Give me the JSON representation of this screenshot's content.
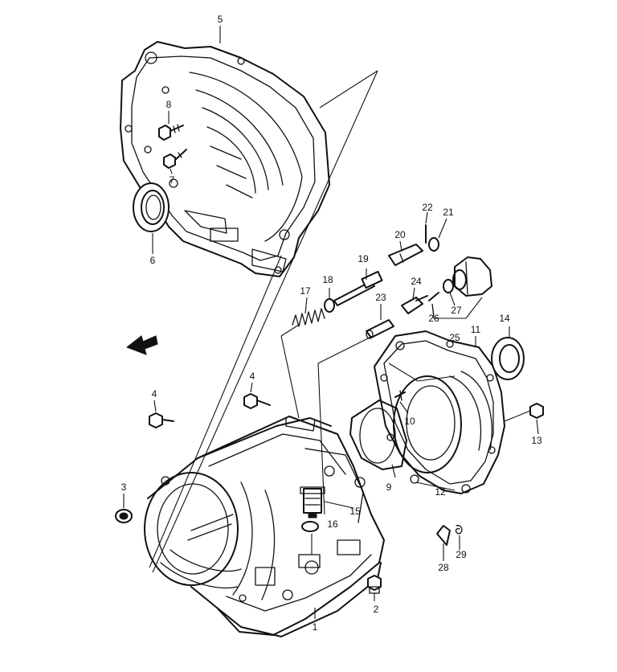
{
  "callouts": {
    "c1": "1",
    "c2": "2",
    "c3": "3",
    "c4a": "4",
    "c4b": "4",
    "c5": "5",
    "c6": "6",
    "c7": "7",
    "c8": "8",
    "c9": "9",
    "c10": "10",
    "c11": "11",
    "c12": "12",
    "c13": "13",
    "c14": "14",
    "c15": "15",
    "c16": "16",
    "c17": "17",
    "c18": "18",
    "c19": "19",
    "c20": "20",
    "c21": "21",
    "c22": "22",
    "c23": "23",
    "c24": "24",
    "c25": "25",
    "c26": "26",
    "c27": "27",
    "c28": "28",
    "c29": "29"
  },
  "icons": {
    "front_arrow": "front-direction-arrow-icon"
  }
}
